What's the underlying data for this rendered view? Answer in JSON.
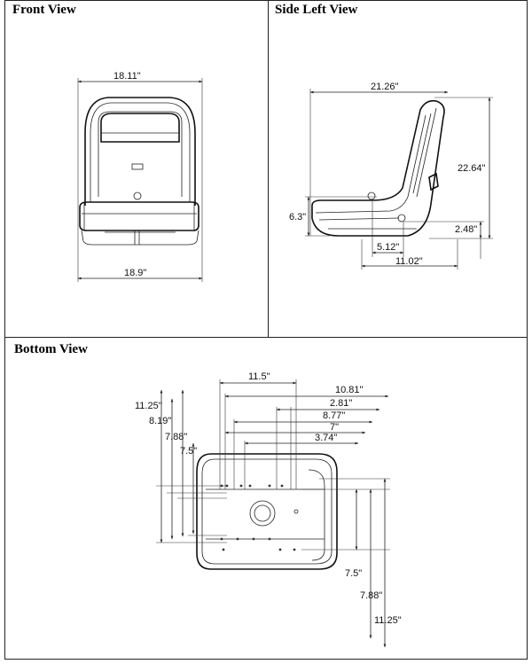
{
  "panels": {
    "front": {
      "title": "Front View"
    },
    "side": {
      "title": "Side Left View"
    },
    "bottom": {
      "title": "Bottom View"
    }
  },
  "dimensions": {
    "front": {
      "top_width": "18.11\"",
      "bottom_width": "18.9\""
    },
    "side": {
      "depth": "21.26\"",
      "height": "22.64\"",
      "pivot_height": "6.3\"",
      "base_offset": "2.48\"",
      "pivot_to_mount": "5.12\"",
      "mount_depth": "11.02\""
    },
    "bottom": {
      "horiz": [
        "11.5\"",
        "10.81\"",
        "2.81\"",
        "8.77\"",
        "7\"",
        "3.74\""
      ],
      "left_vert": [
        "11.25\"",
        "8.19\"",
        "7.88\"",
        "7.5\""
      ],
      "right_vert": [
        "7.5\"",
        "7.88\"",
        "11.25\""
      ]
    }
  }
}
